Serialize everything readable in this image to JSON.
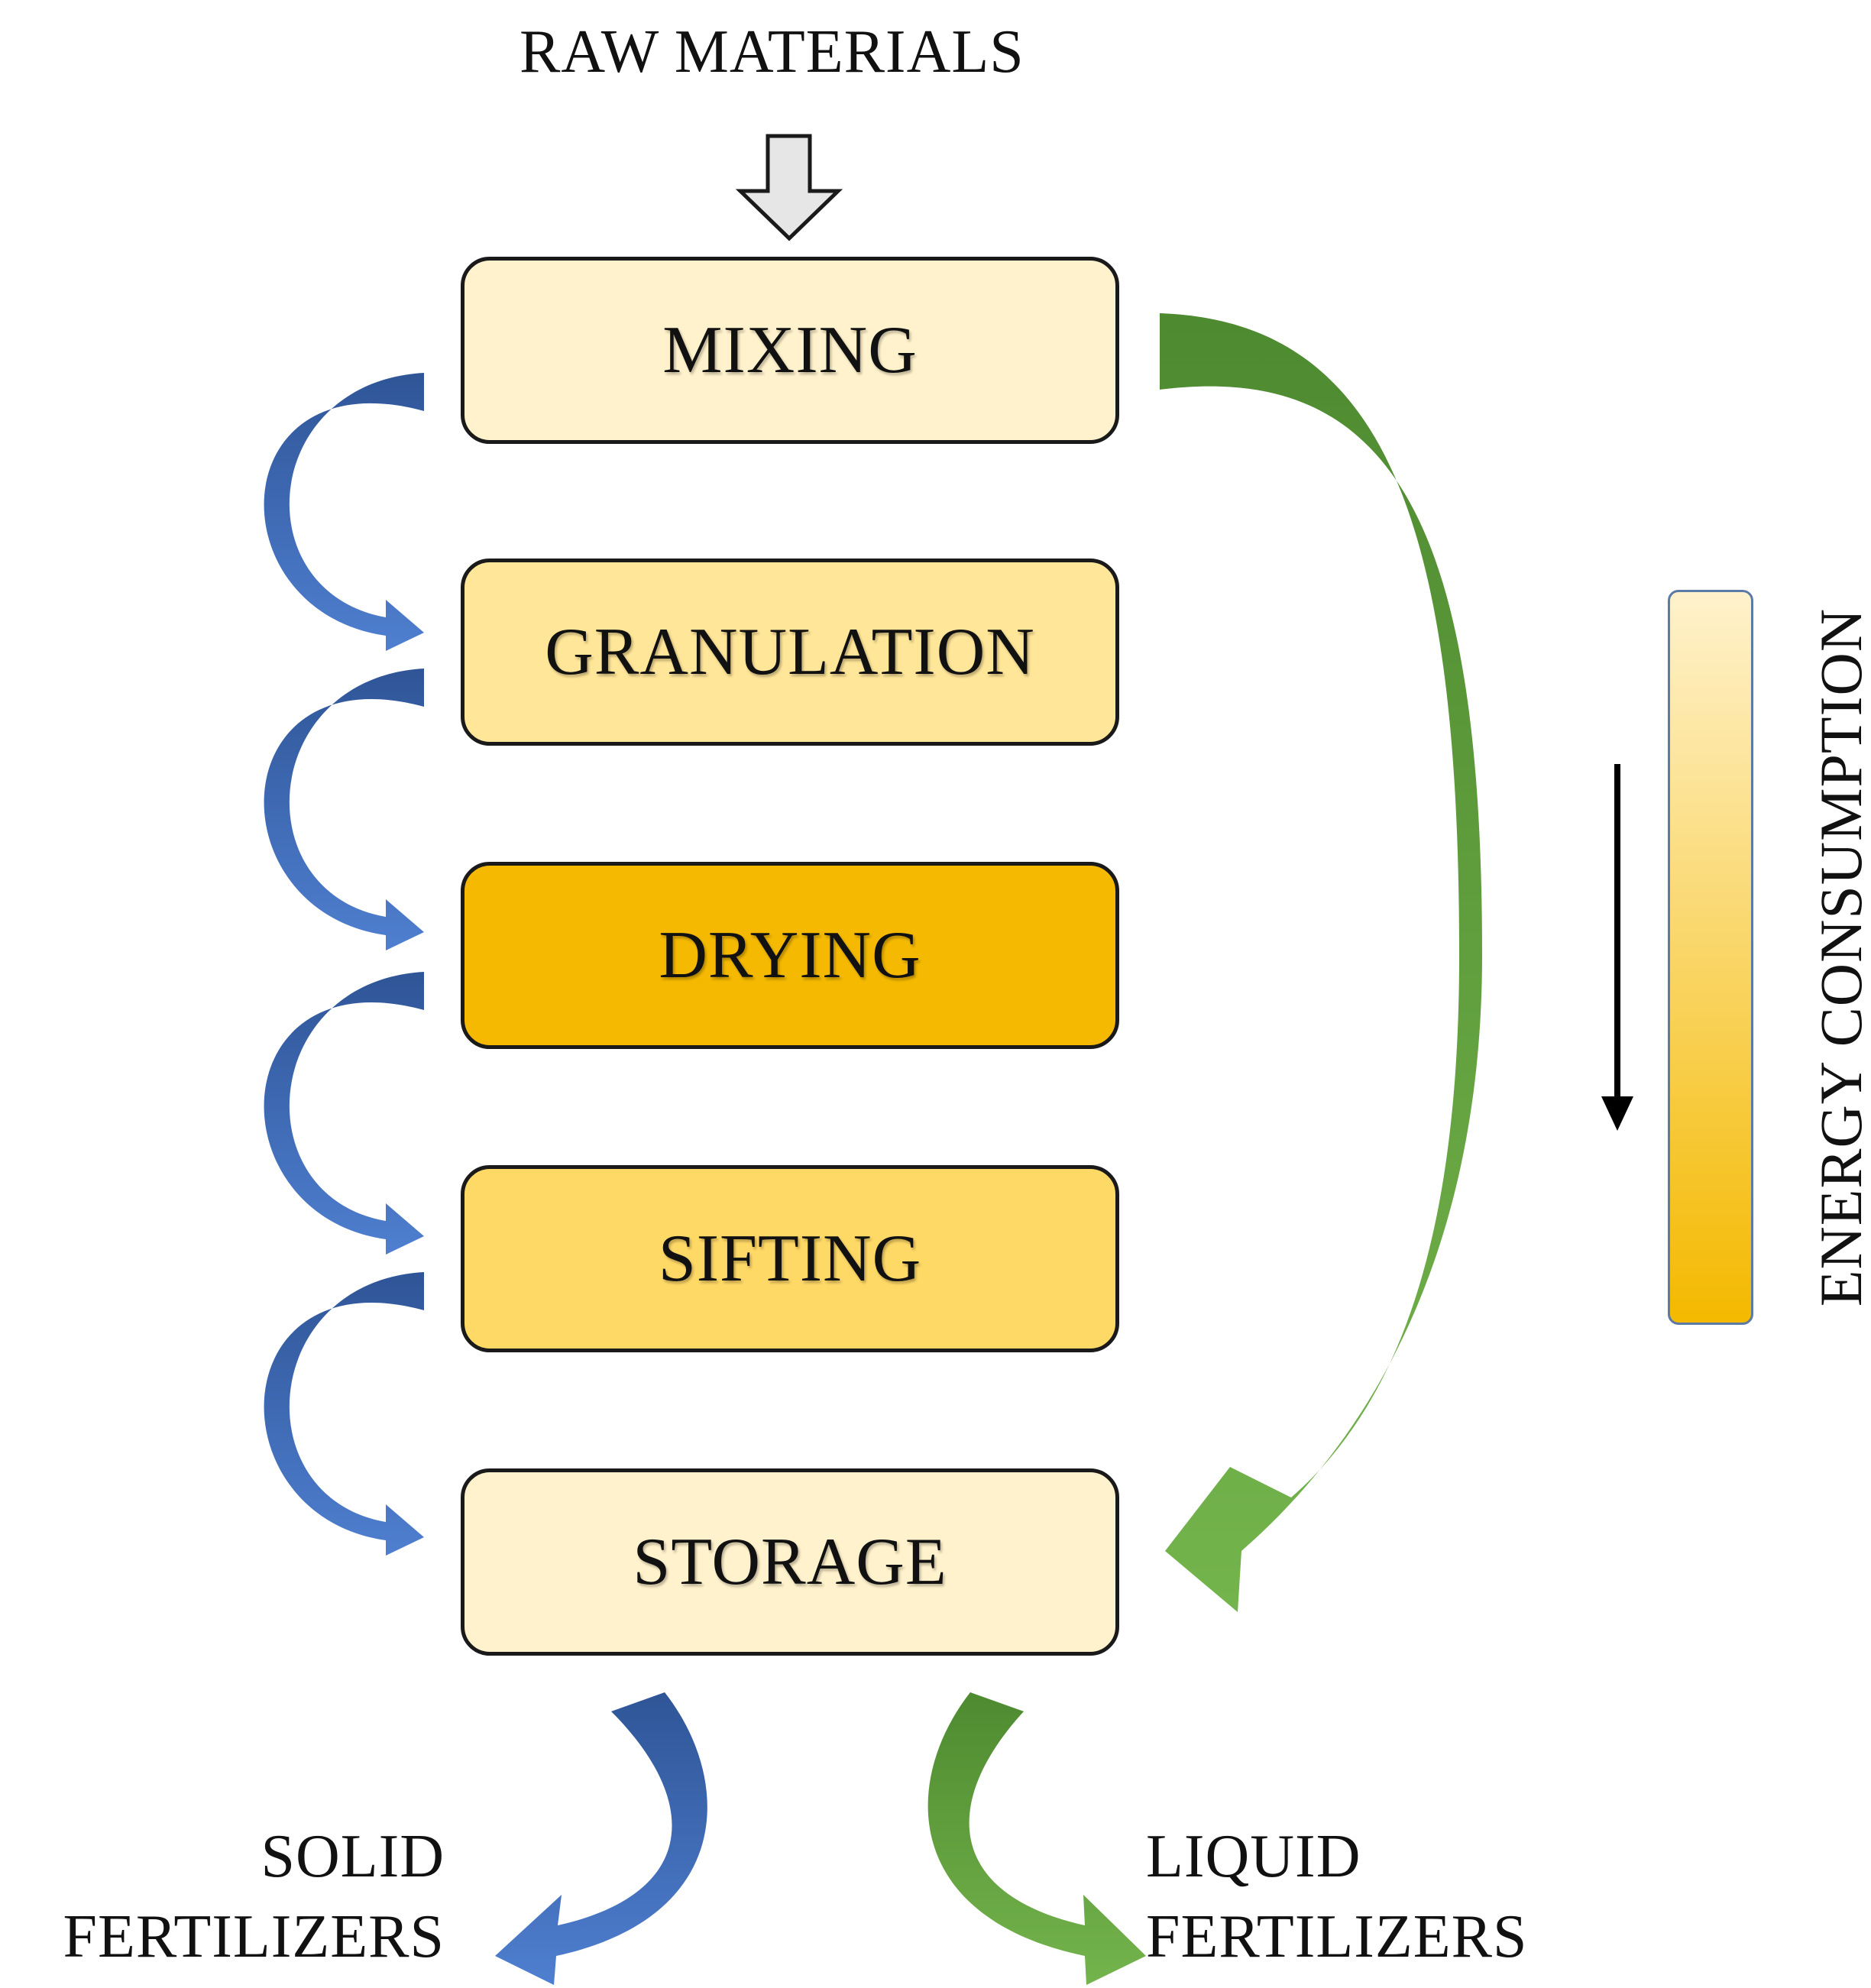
{
  "title": "RAW MATERIALS",
  "steps": [
    {
      "label": "MIXING",
      "color": "#FFF2CC"
    },
    {
      "label": "GRANULATION",
      "color": "#FFE699"
    },
    {
      "label": "DRYING",
      "color": "#F4B900"
    },
    {
      "label": "SIFTING",
      "color": "#FFD966"
    },
    {
      "label": "STORAGE",
      "color": "#FFF2CC"
    }
  ],
  "outputs": {
    "solid": {
      "line1": "SOLID",
      "line2": "FERTILIZERS"
    },
    "liquid": {
      "line1": "LIQUID",
      "line2": "FERTILIZERS"
    }
  },
  "energy": {
    "label": "ENERGY CONSUMPTION",
    "gradient_start": "#FFF2CC",
    "gradient_end": "#F4B900"
  },
  "colors": {
    "solid_path": "#4472C4",
    "liquid_path": "#70AD47",
    "input_arrow": "#E7E6E6"
  }
}
